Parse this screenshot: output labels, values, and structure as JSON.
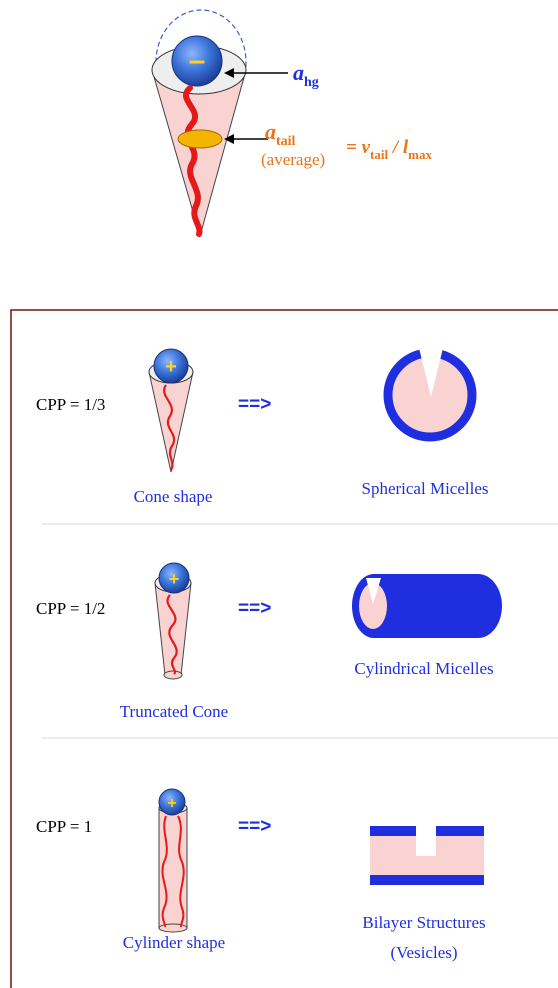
{
  "top_diagram": {
    "head_sign": "–",
    "a_symbol": "a",
    "hg_subscript": "hg",
    "tail_subscript": "tail",
    "average_label": "(average)",
    "eq_prefix": "= v",
    "eq_tail_subscript": "tail",
    "eq_slash": " / l",
    "eq_max_subscript": "max"
  },
  "rows": [
    {
      "cpp_label": "CPP = 1/3",
      "head_sign": "+",
      "arrow": "==>",
      "shape_label": "Cone shape",
      "result_label_lines": [
        "Spherical Micelles"
      ]
    },
    {
      "cpp_label": "CPP = 1/2",
      "head_sign": "+",
      "arrow": "==>",
      "shape_label": "Truncated Cone",
      "result_label_lines": [
        "Cylindrical Micelles"
      ]
    },
    {
      "cpp_label": "CPP = 1",
      "head_sign": "+",
      "arrow": "==>",
      "shape_label": "Cylinder shape",
      "result_label_lines": [
        "Bilayer Structures",
        "(Vesicles)"
      ]
    }
  ],
  "colors": {
    "head_blue": "#3a73d8",
    "tail_red": "#e41a1a",
    "body_pink": "#f9d2d2",
    "bold_blue": "#1f2fe0",
    "label_orange": "#e8741c",
    "ellipse_yellow": "#f5b400",
    "frame_border": "#7a0f0f",
    "divider": "#e6e6e6"
  }
}
